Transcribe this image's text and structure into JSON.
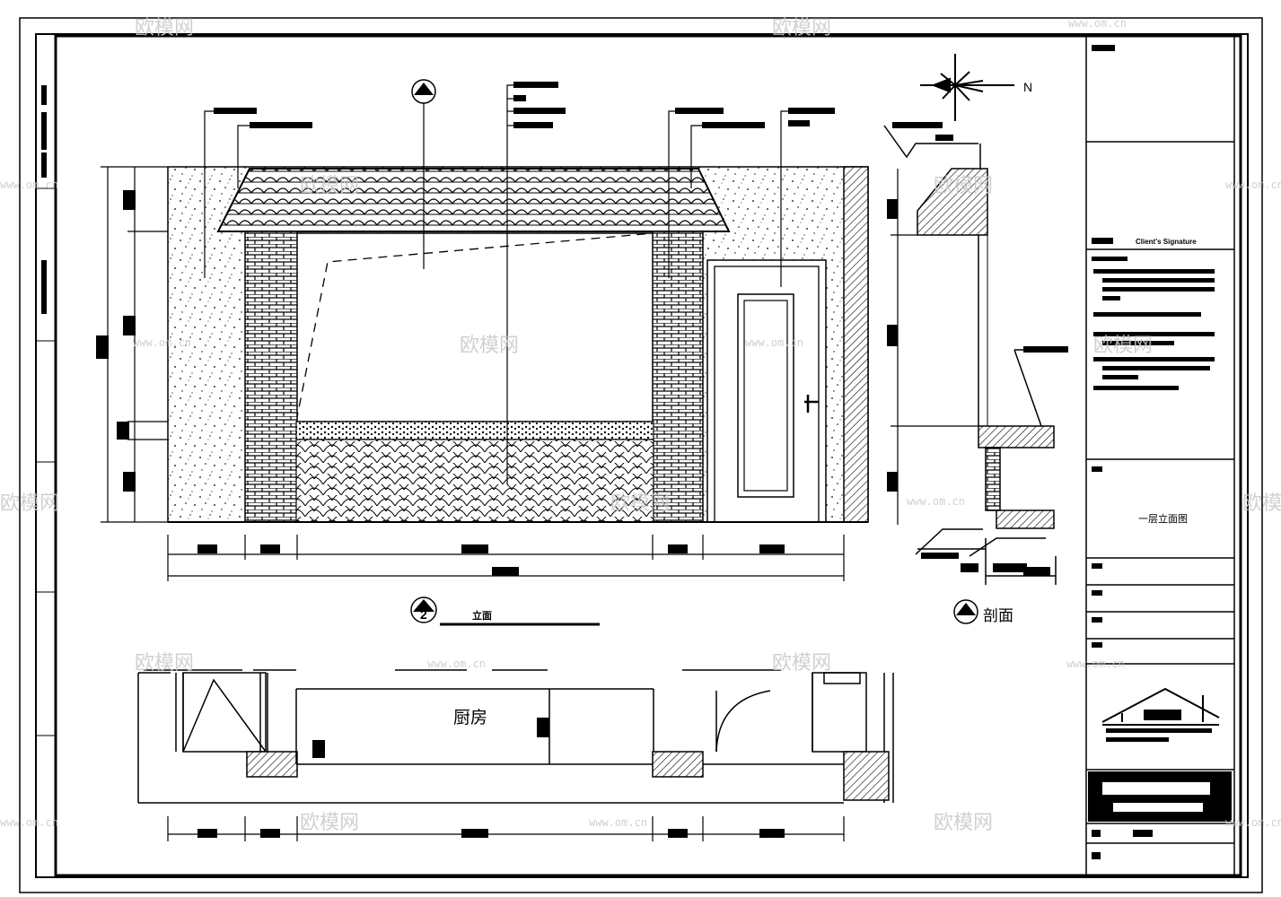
{
  "drawing": {
    "elevation_label": "立面",
    "section_label": "剖面",
    "plan_room_label": "厨房",
    "north_label": "N",
    "title_block": {
      "designer_sig": "Client's Signature",
      "drawing_name": "一层立面图"
    }
  },
  "watermark": {
    "brand": "欧模网",
    "url": "www.om.cn"
  }
}
